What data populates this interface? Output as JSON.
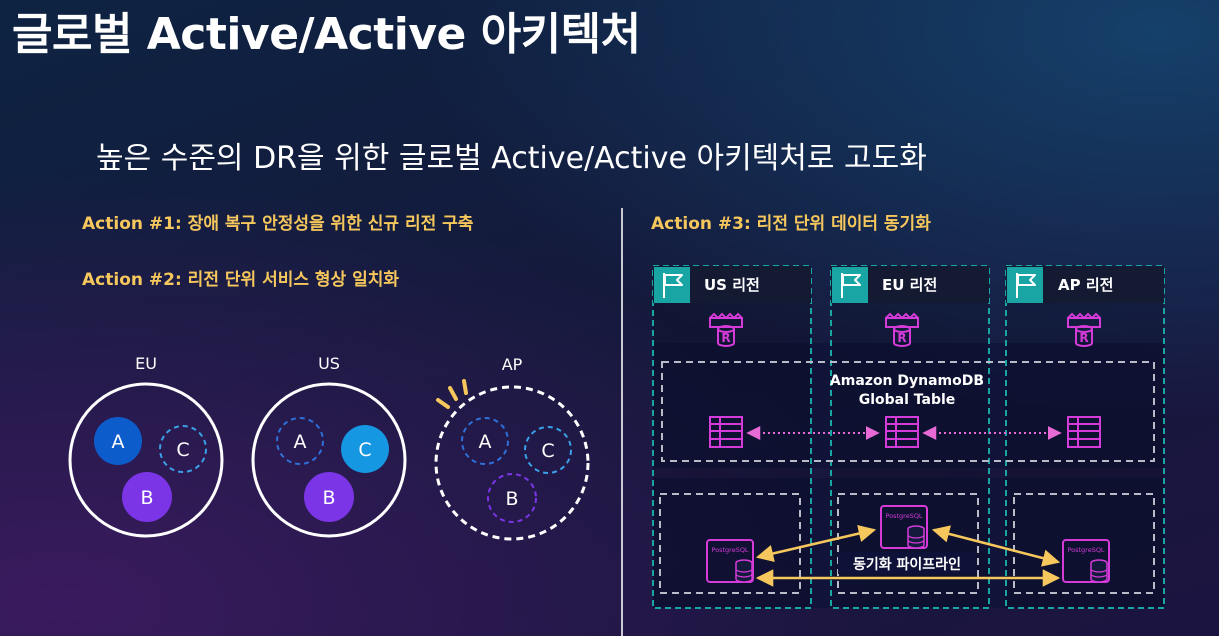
{
  "slide": {
    "title": "글로벌 Active/Active 아키텍처",
    "subtitle": "높은 수준의 DR을 위한 글로벌 Active/Active 아키텍처로 고도화"
  },
  "actions": {
    "action1": "Action #1: 장애 복구 안정성을 위한 신규 리전 구축",
    "action2": "Action #2: 리전 단위 서비스 형상 일치화",
    "action3": "Action #3: 리전 단위 데이터 동기화"
  },
  "left_diagram": {
    "regions": [
      {
        "label": "EU",
        "border": "solid",
        "cells": [
          {
            "label": "A",
            "style": "filled",
            "color": "#0d5ccc"
          },
          {
            "label": "C",
            "style": "dashed",
            "color": "#3aa0e8"
          },
          {
            "label": "B",
            "style": "filled",
            "color": "#7b35e6"
          }
        ]
      },
      {
        "label": "US",
        "border": "solid",
        "cells": [
          {
            "label": "A",
            "style": "dashed",
            "color": "#2f6fd8"
          },
          {
            "label": "C",
            "style": "filled",
            "color": "#1597e2"
          },
          {
            "label": "B",
            "style": "filled",
            "color": "#7b35e6"
          }
        ]
      },
      {
        "label": "AP",
        "border": "dashed",
        "cells": [
          {
            "label": "A",
            "style": "dashed",
            "color": "#2f6fd8"
          },
          {
            "label": "C",
            "style": "dashed",
            "color": "#3aa0e8"
          },
          {
            "label": "B",
            "style": "dashed",
            "color": "#7b35e6"
          }
        ]
      }
    ]
  },
  "right_diagram": {
    "regions": [
      {
        "label": "US 리전"
      },
      {
        "label": "EU 리전"
      },
      {
        "label": "AP 리전"
      }
    ],
    "dynamodb_label_line1": "Amazon DynamoDB",
    "dynamodb_label_line2": "Global Table",
    "postgres_label": "PostgreSQL",
    "pipeline_label": "동기화 파이프라인",
    "colors": {
      "teal": "#1aa5a5",
      "magenta": "#d43bd9",
      "arrow_yellow": "#f6c75c",
      "box_dash": "#b8bcc9"
    }
  }
}
